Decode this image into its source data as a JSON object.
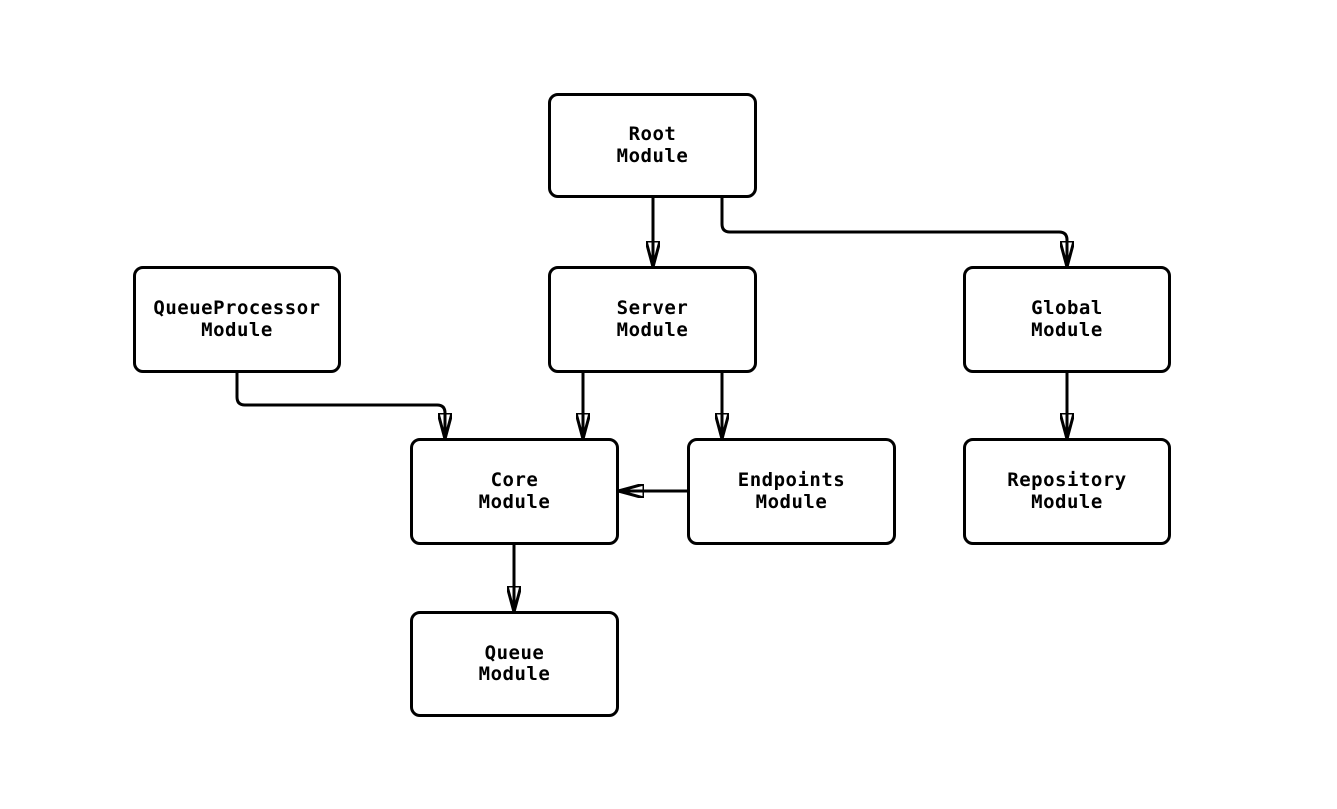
{
  "diagram": {
    "type": "flowchart",
    "background_color": "#ffffff",
    "line_color": "#000000",
    "node_fill_color": "#ffffff",
    "nodes": [
      {
        "id": "root-module",
        "line1": "Root",
        "line2": "Module"
      },
      {
        "id": "queueprocessor-module",
        "line1": "QueueProcessor",
        "line2": "Module"
      },
      {
        "id": "server-module",
        "line1": "Server",
        "line2": "Module"
      },
      {
        "id": "global-module",
        "line1": "Global",
        "line2": "Module"
      },
      {
        "id": "core-module",
        "line1": "Core",
        "line2": "Module"
      },
      {
        "id": "endpoints-module",
        "line1": "Endpoints",
        "line2": "Module"
      },
      {
        "id": "repository-module",
        "line1": "Repository",
        "line2": "Module"
      },
      {
        "id": "queue-module",
        "line1": "Queue",
        "line2": "Module"
      }
    ],
    "edges": [
      {
        "from": "root-module",
        "to": "server-module"
      },
      {
        "from": "root-module",
        "to": "global-module"
      },
      {
        "from": "queueprocessor-module",
        "to": "core-module"
      },
      {
        "from": "server-module",
        "to": "core-module"
      },
      {
        "from": "server-module",
        "to": "endpoints-module"
      },
      {
        "from": "endpoints-module",
        "to": "core-module"
      },
      {
        "from": "global-module",
        "to": "repository-module"
      },
      {
        "from": "core-module",
        "to": "queue-module"
      }
    ]
  }
}
